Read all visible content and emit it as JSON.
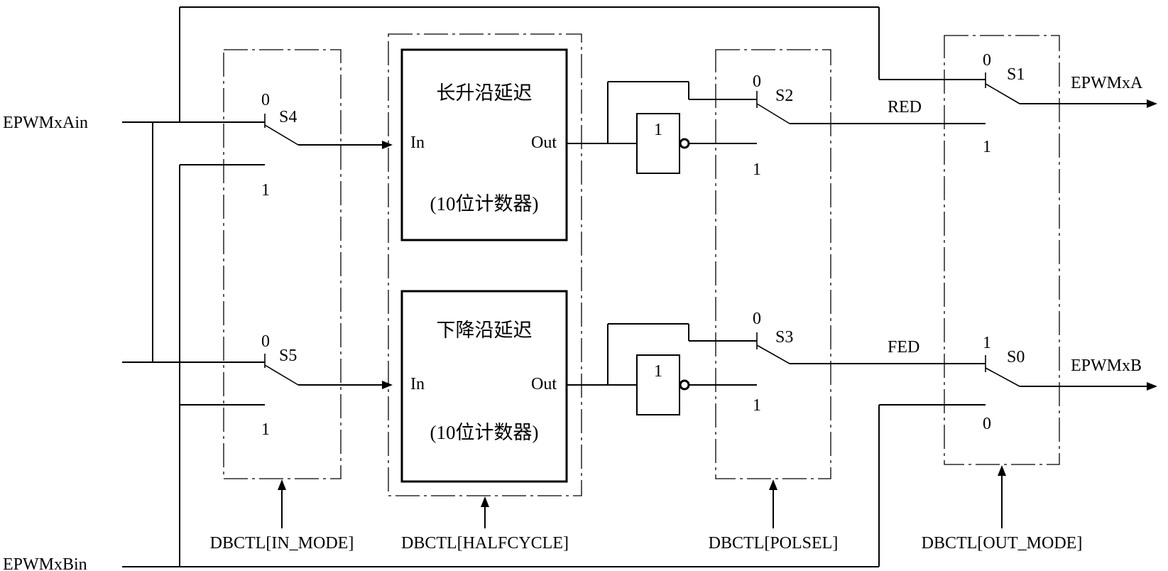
{
  "signals": {
    "a_in": "EPWMxAin",
    "b_in": "EPWMxBin",
    "a_out": "EPWMxA",
    "b_out": "EPWMxB",
    "red": "RED",
    "fed": "FED"
  },
  "delay_blocks": {
    "rising": {
      "title": "长升沿延迟",
      "in": "In",
      "out": "Out",
      "counter": "(10位计数器)"
    },
    "falling": {
      "title": "下降沿延迟",
      "in": "In",
      "out": "Out",
      "counter": "(10位计数器)"
    }
  },
  "inverter_label": "1",
  "switches": {
    "s4": {
      "name": "S4",
      "top": "0",
      "bottom": "1"
    },
    "s5": {
      "name": "S5",
      "top": "0",
      "bottom": "1"
    },
    "s2": {
      "name": "S2",
      "top": "0",
      "bottom": "1"
    },
    "s3": {
      "name": "S3",
      "top": "0",
      "bottom": "1"
    },
    "s1": {
      "name": "S1",
      "top": "0",
      "bottom": "1"
    },
    "s0": {
      "name": "S0",
      "top": "1",
      "bottom": "0"
    }
  },
  "controls": {
    "in_mode": "DBCTL[IN_MODE]",
    "halfcycle": "DBCTL[HALFCYCLE]",
    "polsel": "DBCTL[POLSEL]",
    "out_mode": "DBCTL[OUT_MODE]"
  }
}
